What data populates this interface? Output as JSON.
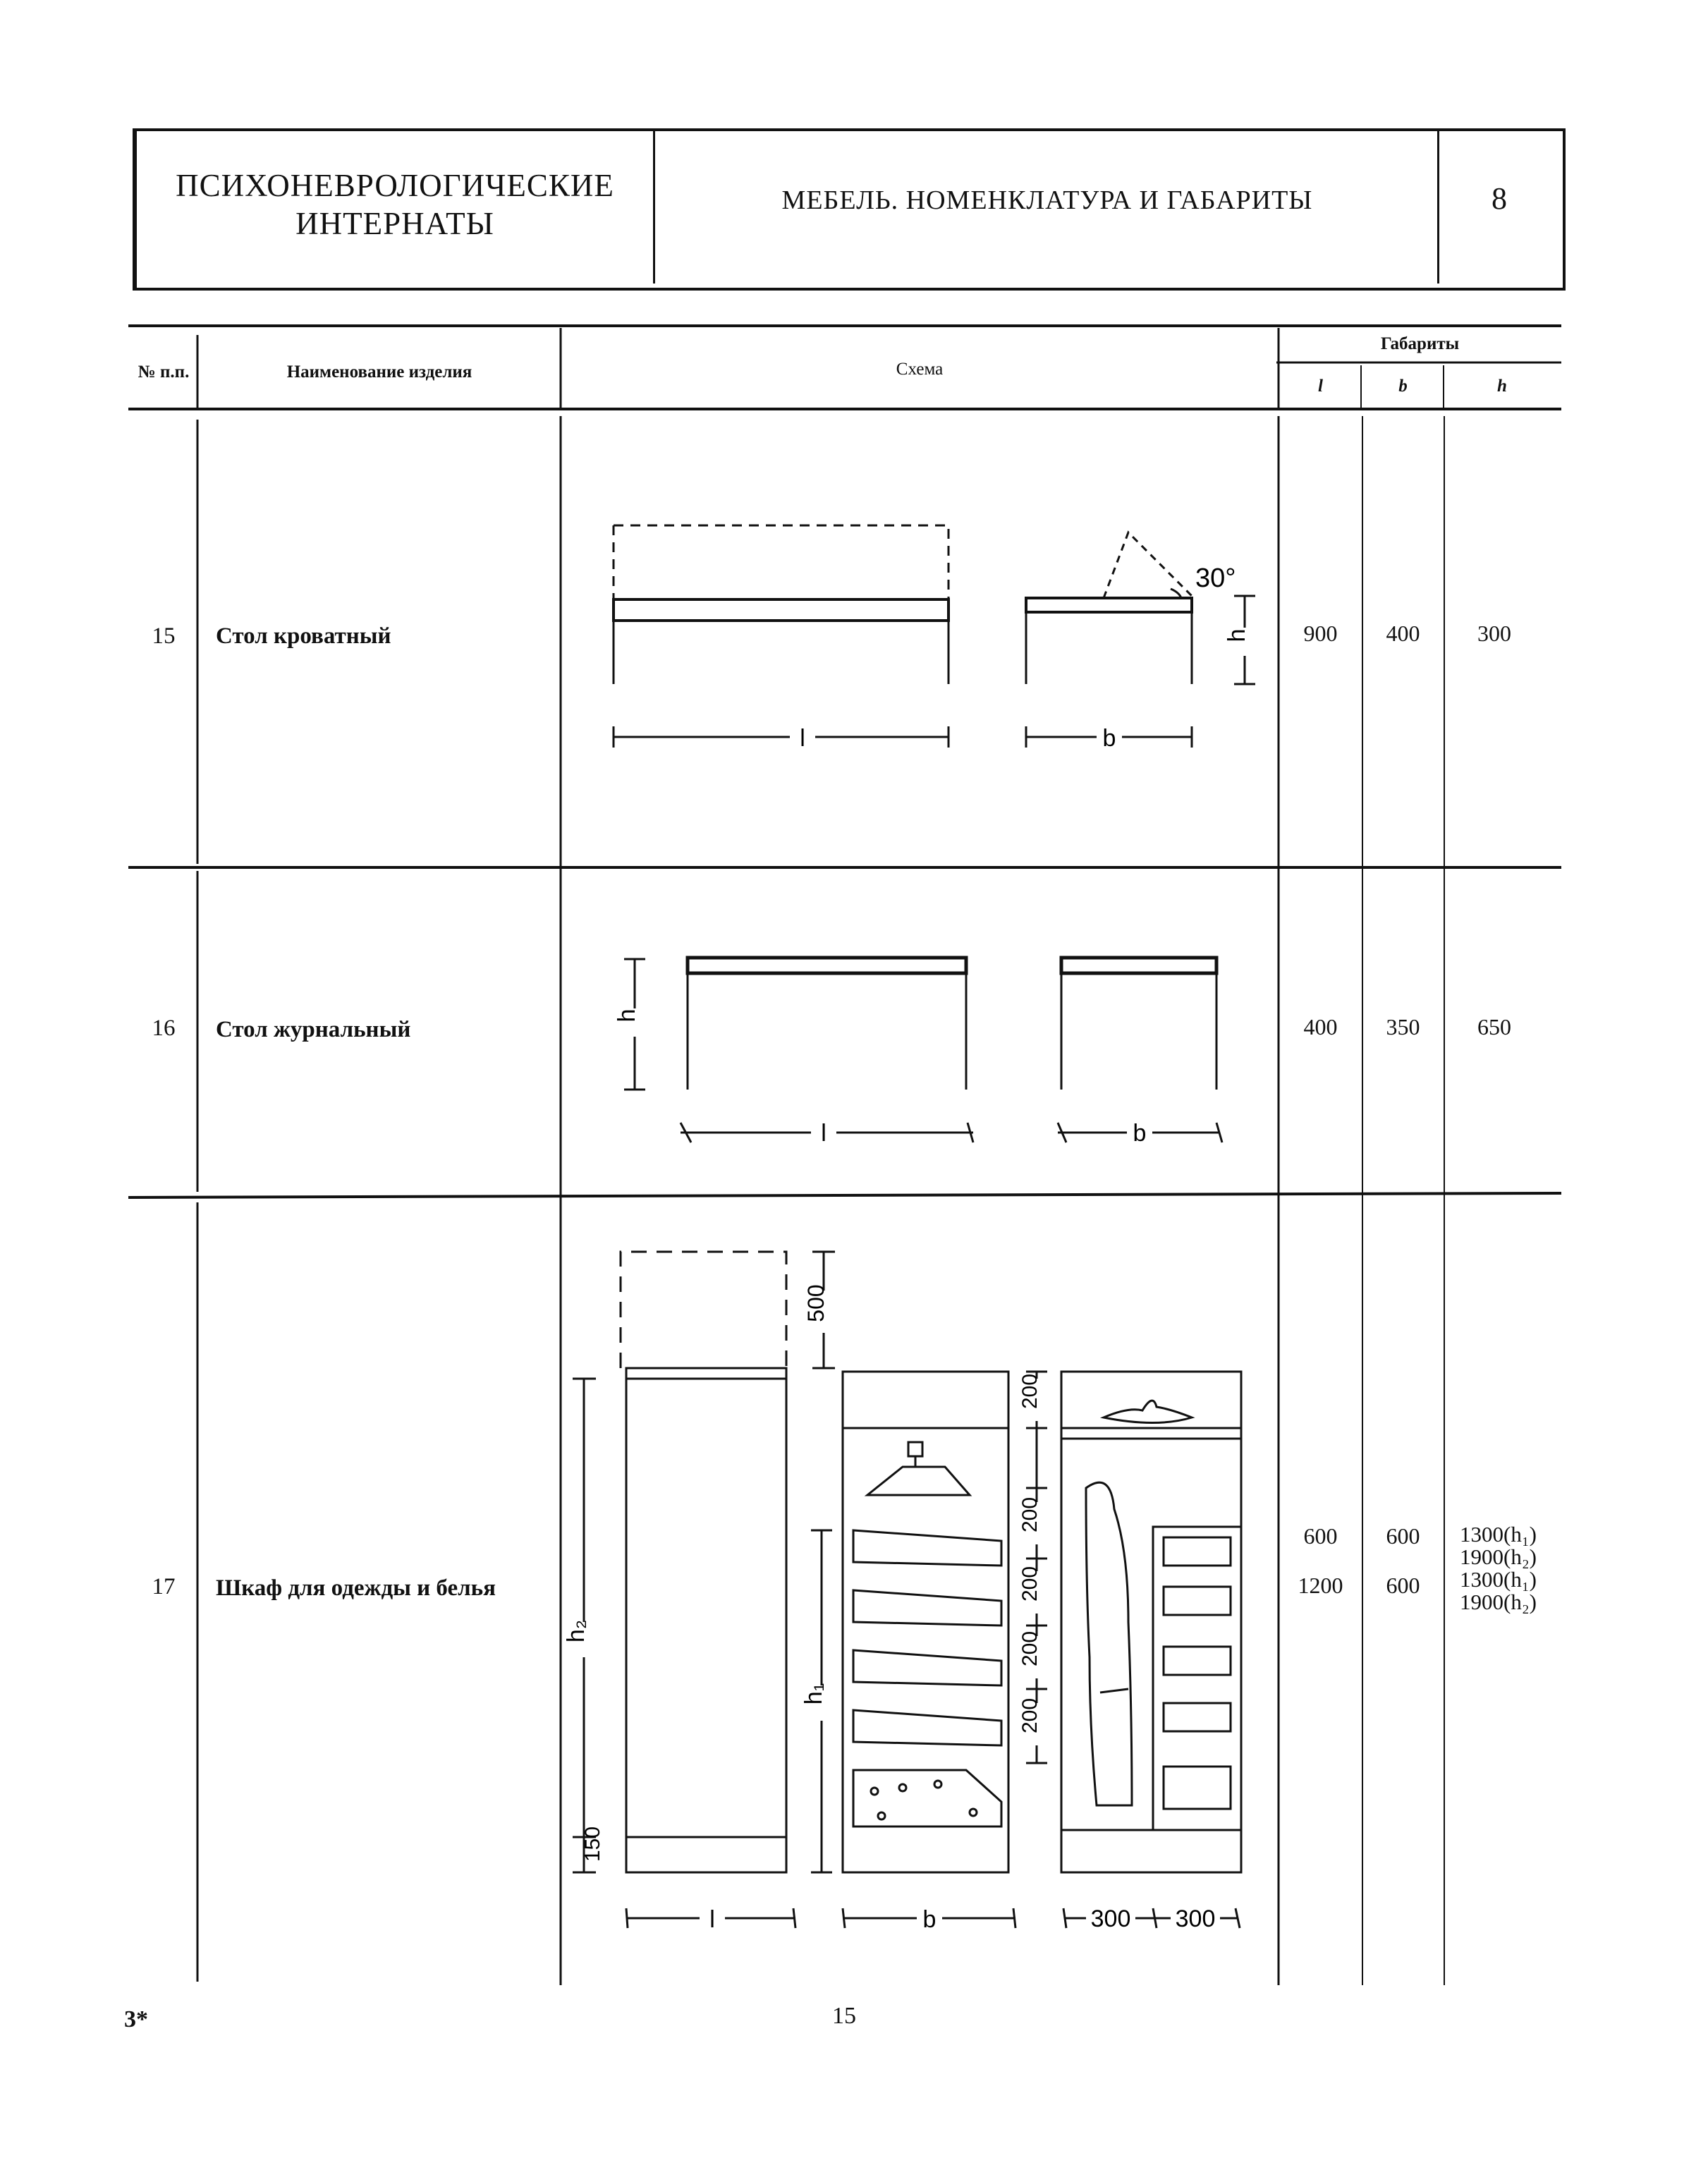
{
  "header": {
    "org_line1": "ПСИХОНЕВРОЛОГИЧЕСКИЕ",
    "org_line2": "ИНТЕРНАТЫ",
    "title": "МЕБЕЛЬ. НОМЕНКЛАТУРА И ГАБАРИТЫ",
    "sheet": "8"
  },
  "table": {
    "col_num": "№ п.п.",
    "col_name": "Наименование изделия",
    "col_scheme": "Схема",
    "col_dims": "Габариты",
    "col_l": "l",
    "col_b": "b",
    "col_h": "h",
    "rows": [
      {
        "num": "15",
        "name": "Стол кроватный",
        "l": "900",
        "b": "400",
        "h": "300"
      },
      {
        "num": "16",
        "name": "Стол журнальный",
        "l": "400",
        "b": "350",
        "h": "650"
      },
      {
        "num": "17",
        "name": "Шкаф для одежды и белья",
        "l1": "600",
        "l2": "1200",
        "b1": "600",
        "b2": "600",
        "h1": "1300(h₁)",
        "h2": "1900(h₂)",
        "h3": "1300(h₁)",
        "h4": "1900(h₂)"
      }
    ]
  },
  "drawings": {
    "angle": "30°",
    "dim_l": "l",
    "dim_b": "b",
    "dim_h": "h",
    "dim_h1": "h₁",
    "dim_h2": "h₂",
    "dim_500": "500",
    "dim_150": "150",
    "dim_200": "200",
    "dim_300a": "300",
    "dim_300b": "300"
  },
  "footer": {
    "signature": "3*",
    "page": "15"
  }
}
